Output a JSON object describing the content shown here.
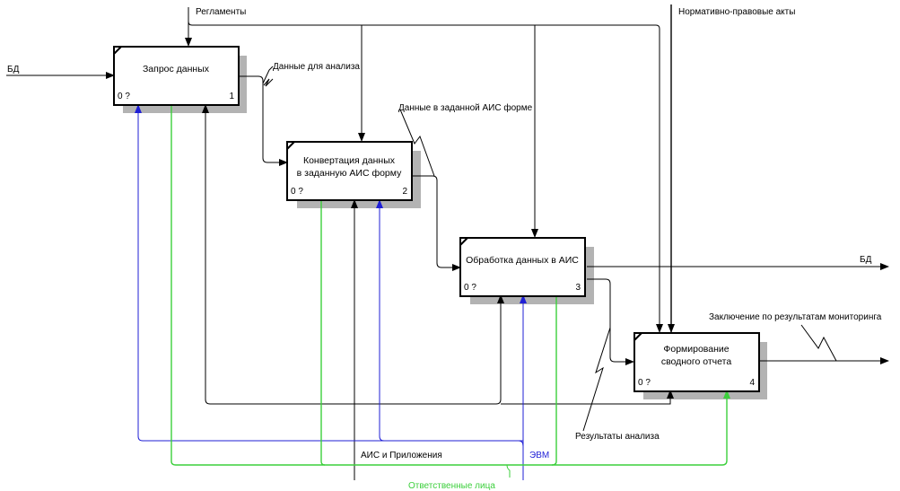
{
  "diagram": {
    "type": "IDEF0",
    "colors": {
      "black_arrow": "#000000",
      "blue_arrow": "#1f1fd6",
      "green_arrow": "#3ccf3c",
      "box_shadow": "#b3b3b3"
    },
    "boxes": [
      {
        "id": "1",
        "title_lines": [
          "Запрос данных"
        ],
        "cost": "0 ?",
        "number": "1"
      },
      {
        "id": "2",
        "title_lines": [
          "Конвертация данных",
          "в заданную АИС форму"
        ],
        "cost": "0 ?",
        "number": "2"
      },
      {
        "id": "3",
        "title_lines": [
          "Обработка данных в АИС"
        ],
        "cost": "0 ?",
        "number": "3"
      },
      {
        "id": "4",
        "title_lines": [
          "Формирование",
          "сводного отчета"
        ],
        "cost": "0 ?",
        "number": "4"
      }
    ],
    "arrows": {
      "input_bd": "БД",
      "control_reglamenty": "Регламенты",
      "control_normativ": "Нормативно-правовые акты",
      "data_for_analysis": "Данные для анализа",
      "data_in_form": "Данные в заданной АИС форме",
      "output_bd": "БД",
      "conclusion": "Заключение по результатам мониторинга",
      "analysis_results": "Результаты анализа",
      "mech_ais": "АИС и Приложения",
      "mech_evm": "ЭВМ",
      "mech_people": "Ответственные лица"
    }
  }
}
